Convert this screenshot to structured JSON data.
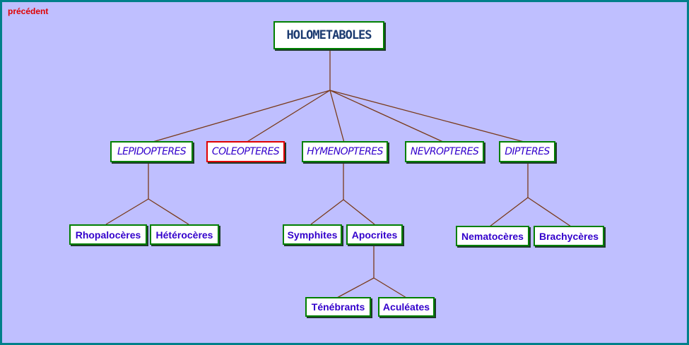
{
  "nav": {
    "previous_label": "précédent"
  },
  "colors": {
    "background": "#bfbfff",
    "frame": "#00808a",
    "node_border": "#008000",
    "selected_border": "#e00000",
    "connector": "#7a3a1a",
    "text": "#3300cc"
  },
  "tree": {
    "root": "HOLOMETABOLES",
    "orders": [
      {
        "label": "LEPIDOPTERES",
        "selected": false,
        "children": [
          "Rhopalocères",
          "Hétérocères"
        ]
      },
      {
        "label": "COLEOPTERES",
        "selected": true,
        "children": []
      },
      {
        "label": "HYMENOPTERES",
        "selected": false,
        "children": [
          "Symphites",
          "Apocrites"
        ]
      },
      {
        "label": "NEVROPTERES",
        "selected": false,
        "children": []
      },
      {
        "label": "DIPTERES",
        "selected": false,
        "children": [
          "Nematocères",
          "Brachycères"
        ]
      }
    ],
    "apocrites_children": [
      "Ténébrants",
      "Aculéates"
    ]
  }
}
